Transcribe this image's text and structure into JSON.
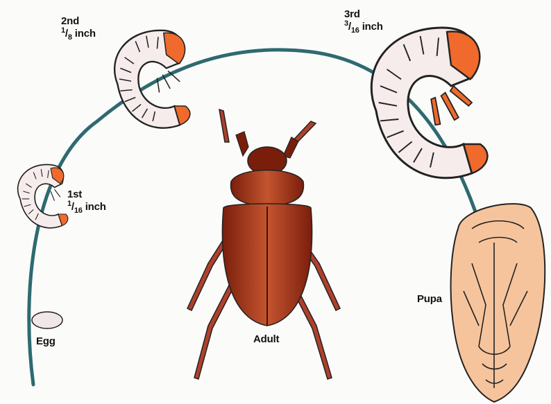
{
  "colors": {
    "cycle_line": "#2e6a70",
    "larva_body": "#f6ecec",
    "larva_head": "#ef6a2c",
    "outline": "#222222",
    "beetle_dark": "#7a1e0c",
    "beetle_light": "#c4552f",
    "pupa_fill": "#f6c49c",
    "egg_fill": "#f1e7e7"
  },
  "stages": {
    "egg": {
      "label": "Egg"
    },
    "first": {
      "label": "1st",
      "size_num": "1",
      "size_den": "16",
      "size_unit": "inch"
    },
    "second": {
      "label": "2nd",
      "size_num": "1",
      "size_den": "8",
      "size_unit": "inch"
    },
    "third": {
      "label": "3rd",
      "size_num": "3",
      "size_den": "16",
      "size_unit": "inch"
    },
    "pupa": {
      "label": "Pupa"
    },
    "adult": {
      "label": "Adult"
    }
  }
}
